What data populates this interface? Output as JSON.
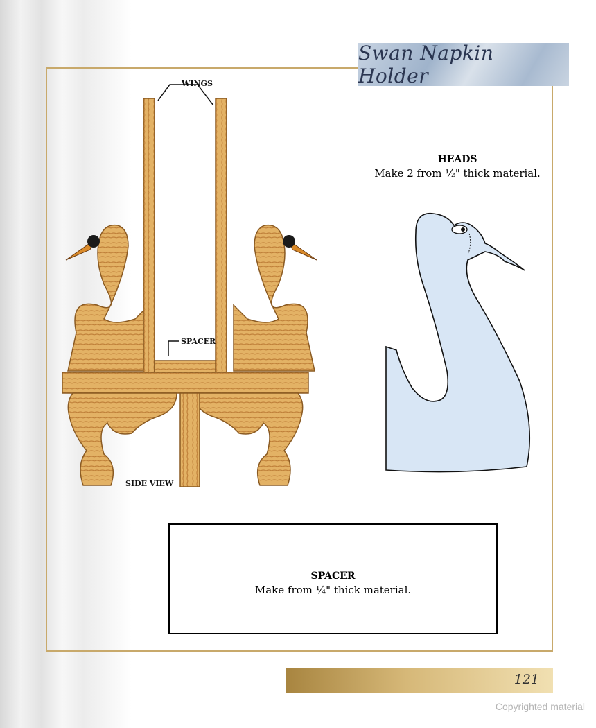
{
  "header": {
    "title": "Swan Napkin Holder"
  },
  "side_view": {
    "wings_label": "WINGS",
    "spacer_label": "SPACER",
    "view_label": "SIDE VIEW"
  },
  "heads": {
    "title": "HEADS",
    "description": "Make 2 from ½\" thick material."
  },
  "spacer_pattern": {
    "title": "SPACER",
    "description": "Make from ¼\" thick material."
  },
  "footer": {
    "page_number": "121",
    "copyright": "Copyrighted material"
  },
  "colors": {
    "frame": "#c8a96b",
    "wood": "#d9a85a",
    "head_pattern": "#d8e6f5"
  }
}
